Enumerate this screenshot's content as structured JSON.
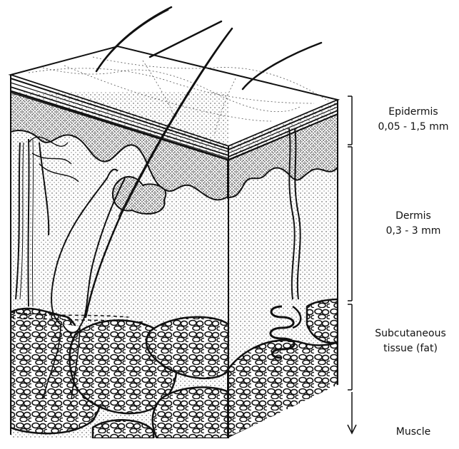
{
  "layers": {
    "epidermis": {
      "name": "Epidermis",
      "thickness": "0,05 - 1,5 mm"
    },
    "dermis": {
      "name": "Dermis",
      "thickness": "0,3 - 3 mm"
    },
    "subcutaneous": {
      "name_line1": "Subcutaneous",
      "name_line2": "tissue (fat)"
    },
    "muscle": {
      "name": "Muscle"
    }
  }
}
